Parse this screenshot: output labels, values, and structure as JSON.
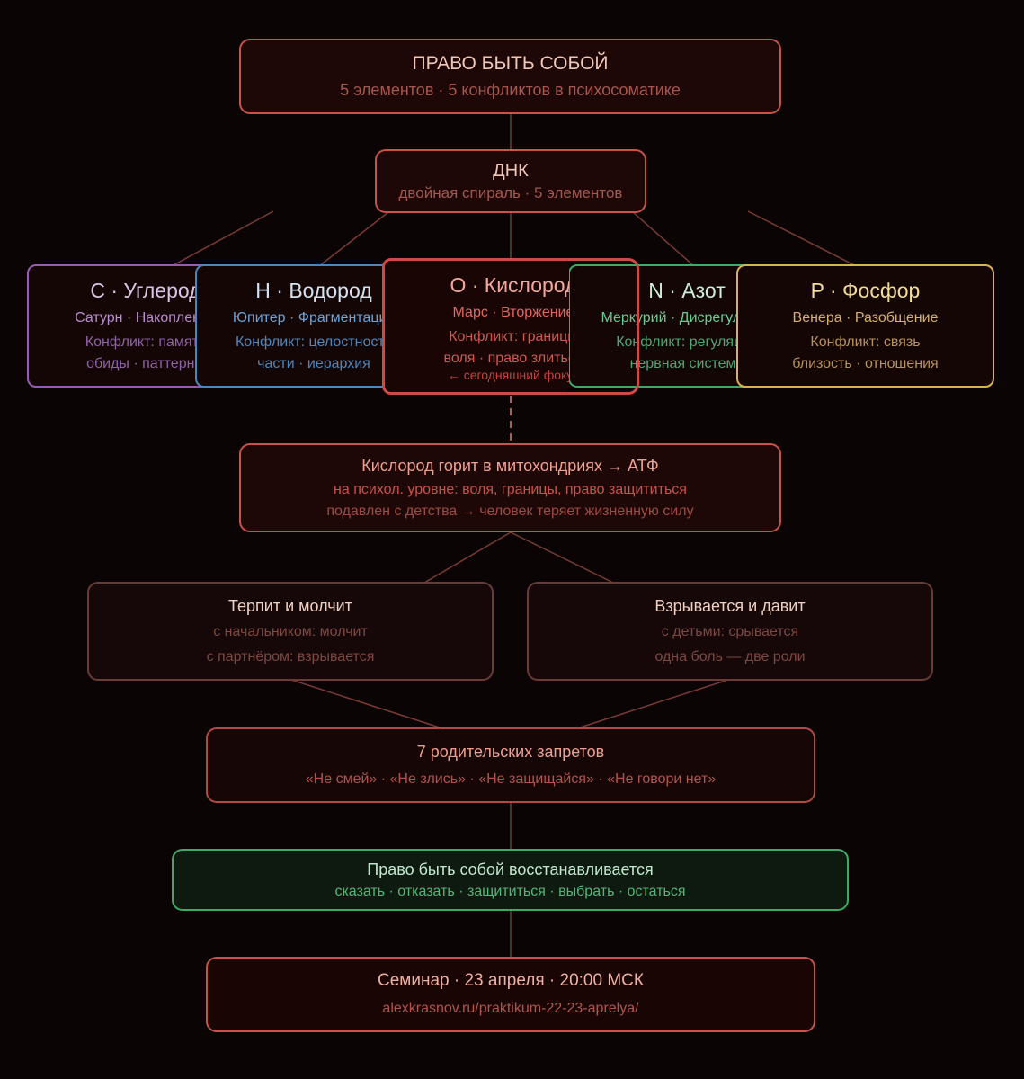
{
  "root": {
    "title": "ПРАВО БЫТЬ СОБОЙ",
    "subtitle": "5 элементов · 5 конфликтов в психосоматике"
  },
  "dna": {
    "title": "ДНК",
    "subtitle": "двойная спираль · 5 элементов"
  },
  "elements": [
    {
      "symbol": "C · Углерод",
      "planet": "Сатурн · Накопление",
      "conflict": "Конфликт: память",
      "themes": "обиды · паттерны",
      "color": "#9b59b6",
      "text_color": "#c9a6dc",
      "sub_color": "#9a6fae"
    },
    {
      "symbol": "H · Водород",
      "planet": "Юпитер · Фрагментация",
      "conflict": "Конфликт: целостность",
      "themes": "части · иерархия",
      "color": "#4a86c0",
      "text_color": "#cfe0f0",
      "sub_color": "#5f93c4"
    },
    {
      "symbol": "O · Кислород",
      "planet": "Марс · Вторжение",
      "conflict": "Конфликт: границы",
      "themes": "воля · право злиться",
      "note": "← сегодняшний фокус",
      "color": "#d04a44",
      "text_color": "#f0a79a",
      "sub_color": "#d0605a"
    },
    {
      "symbol": "N · Азот",
      "planet": "Меркурий · Дисрегуляция",
      "conflict": "Конфликт: регуляция",
      "themes": "нервная система",
      "color": "#3cab66",
      "text_color": "#c8f0d6",
      "sub_color": "#5fbf85"
    },
    {
      "symbol": "P · Фосфор",
      "planet": "Венера · Разобщение",
      "conflict": "Конфликт: связь",
      "themes": "близость · отношения",
      "color": "#d8b24a",
      "text_color": "#f0dc9a",
      "sub_color": "#c9a45a"
    }
  ],
  "oxygen_detail": {
    "title": "Кислород горит в митохондриях → АТФ",
    "line1": "на психол. уровне: воля, границы, право защититься",
    "line2": "подавлен с детства → человек теряет жизненную силу"
  },
  "patterns": [
    {
      "title": "Терпит и молчит",
      "line1": "с начальником: молчит",
      "line2": "с партнёром: взрывается"
    },
    {
      "title": "Взрывается и давит",
      "line1": "с детьми: срывается",
      "line2": "одна боль — две роли"
    }
  ],
  "prohibitions": {
    "title": "7 родительских запретов",
    "subtitle": "«Не смей» · «Не злись» · «Не защищайся» · «Не говори нет»"
  },
  "restoration": {
    "title": "Право быть собой восстанавливается",
    "subtitle": "сказать · отказать · защититься · выбрать · остаться"
  },
  "seminar": {
    "title": "Семинар · 23 апреля · 20:00 МСК",
    "link": "alexkrasnov.ru/praktikum-22-23-aprelya/"
  }
}
